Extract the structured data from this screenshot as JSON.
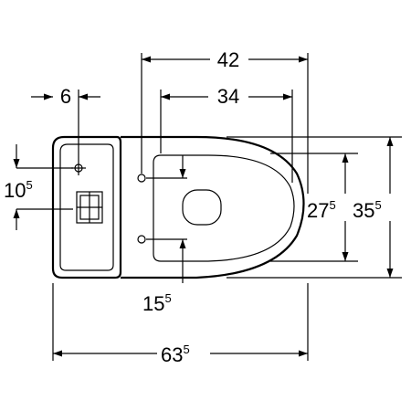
{
  "dimensions": {
    "top_width": {
      "value": "42"
    },
    "seat_width": {
      "value": "34"
    },
    "tank_offset": {
      "value": "6"
    },
    "tank_hole_height": {
      "value": "10",
      "sup": "5"
    },
    "seat_depth": {
      "value": "27",
      "sup": "5"
    },
    "overall_depth": {
      "value": "35",
      "sup": "5"
    },
    "hole_offset": {
      "value": "15",
      "sup": "5"
    },
    "overall_length": {
      "value": "63",
      "sup": "5"
    }
  }
}
